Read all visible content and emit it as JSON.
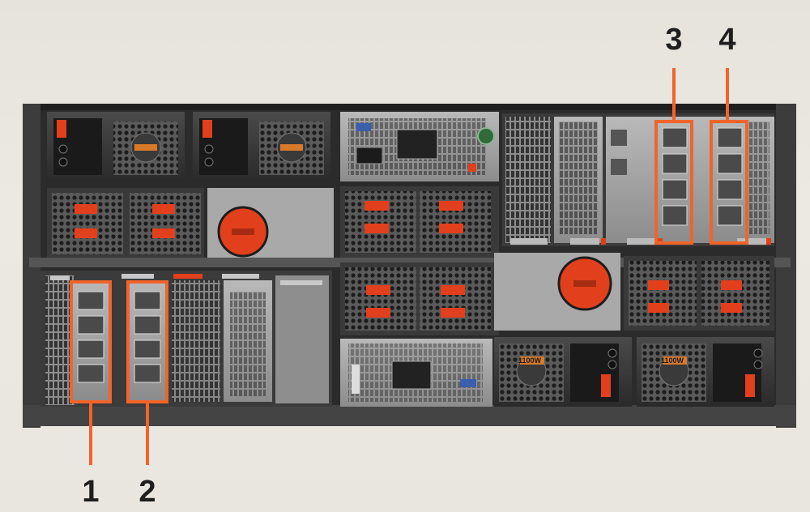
{
  "image": {
    "subject": "server chassis rear view with highlighted I/O modules",
    "highlight_color": "#f0642a",
    "latch_color": "#e2401c"
  },
  "callouts": [
    {
      "id": "1",
      "label": "1"
    },
    {
      "id": "2",
      "label": "2"
    },
    {
      "id": "3",
      "label": "3"
    },
    {
      "id": "4",
      "label": "4"
    }
  ],
  "psu_labels": [
    "1100W",
    "1100W"
  ]
}
